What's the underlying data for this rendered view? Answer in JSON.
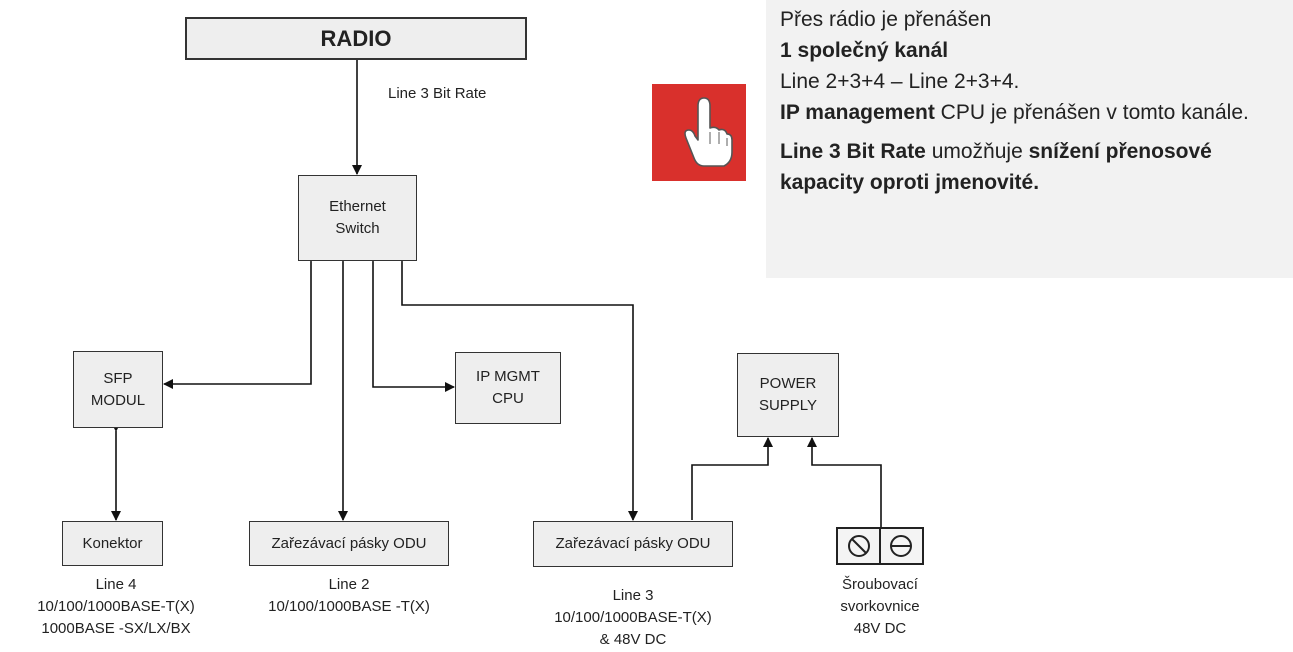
{
  "boxes": {
    "radio": "RADIO",
    "ethernet_switch": [
      "Ethernet",
      "Switch"
    ],
    "sfp_module": [
      "SFP",
      "MODUL"
    ],
    "ip_mgmt_cpu": [
      "IP MGMT",
      "CPU"
    ],
    "power_supply": [
      "POWER",
      "SUPPLY"
    ],
    "konektor": "Konektor",
    "odu_tape_line2": "Zařezávací pásky ODU",
    "odu_tape_line3": "Zařezávací pásky ODU"
  },
  "labels": {
    "radio_link": "Line 3 Bit Rate",
    "line4": [
      "Line 4",
      "10/100/1000BASE-T(X)",
      "1000BASE -SX/LX/BX"
    ],
    "line2": [
      "Line 2",
      "10/100/1000BASE -T(X)"
    ],
    "line3": [
      "Line 3",
      "10/100/1000BASE-T(X)",
      "& 48V DC"
    ],
    "terminal": [
      "Šroubovací",
      "svorkovnice",
      "48V DC"
    ]
  },
  "note": {
    "line1": "Přes rádio je přenášen",
    "line2_bold": "1 společný kanál",
    "line3": "Line 2+3+4 – Line 2+3+4.",
    "line4_bold": "IP management",
    "line4_rest": " CPU je přenášen v tomto kanále.",
    "p2_bold1": "Line 3 Bit Rate",
    "p2_mid": " umožňuje ",
    "p2_bold2": "snížení přenosové kapacity oproti jmenovité."
  },
  "colors": {
    "icon_red": "#d9302c",
    "box_fill": "#eeeeee",
    "note_fill": "#f2f2f2"
  }
}
